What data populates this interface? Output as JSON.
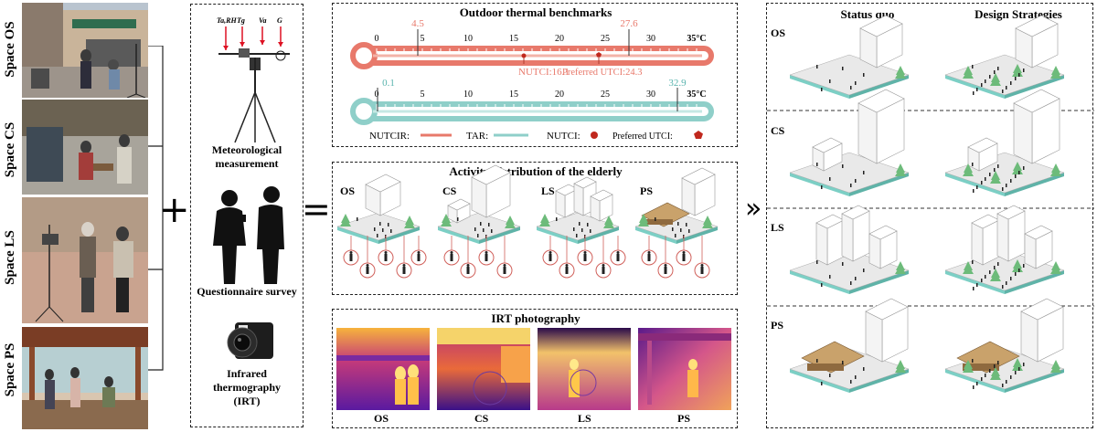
{
  "photos": {
    "labels": [
      "Space OS",
      "Space CS",
      "Space LS",
      "Space PS"
    ]
  },
  "operators": {
    "plus": "+",
    "equals": "=",
    "arrow": "»"
  },
  "methods": {
    "sensor_labels": [
      "Ta,RH",
      "Tg",
      "Va",
      "G"
    ],
    "meteorological": "Meteorological measurement",
    "questionnaire": "Questionnaire survey",
    "irt_line1": "Infrared",
    "irt_line2": "thermography",
    "irt_line3": "(IRT)"
  },
  "thermal": {
    "title": "Outdoor thermal benchmarks",
    "ticks": [
      "0",
      "5",
      "10",
      "15",
      "20",
      "25",
      "30",
      "35°C"
    ],
    "red_low": "4.5",
    "red_high": "27.6",
    "nutci_label": "NUTCI:16.1",
    "preferred_label": "Preferred UTCI:24.3",
    "teal_low": "0.1",
    "teal_high": "32.9",
    "legend": {
      "nutcir": "NUTCIR:",
      "tar": "TAR:",
      "nutci": "NUTCI:",
      "preferred": "Preferred UTCI:"
    }
  },
  "activity": {
    "title": "Activity distribution of the elderly",
    "spaces": [
      "OS",
      "CS",
      "LS",
      "PS"
    ]
  },
  "irt": {
    "title": "IRT photography",
    "spaces": [
      "OS",
      "CS",
      "LS",
      "PS"
    ]
  },
  "strategies": {
    "col_status": "Status quo",
    "col_design": "Design Strategies",
    "rows": [
      "OS",
      "CS",
      "LS",
      "PS"
    ]
  },
  "colors": {
    "red": "#e8796b",
    "teal": "#8fcfc9",
    "base_teal": "#7ccfc5"
  }
}
